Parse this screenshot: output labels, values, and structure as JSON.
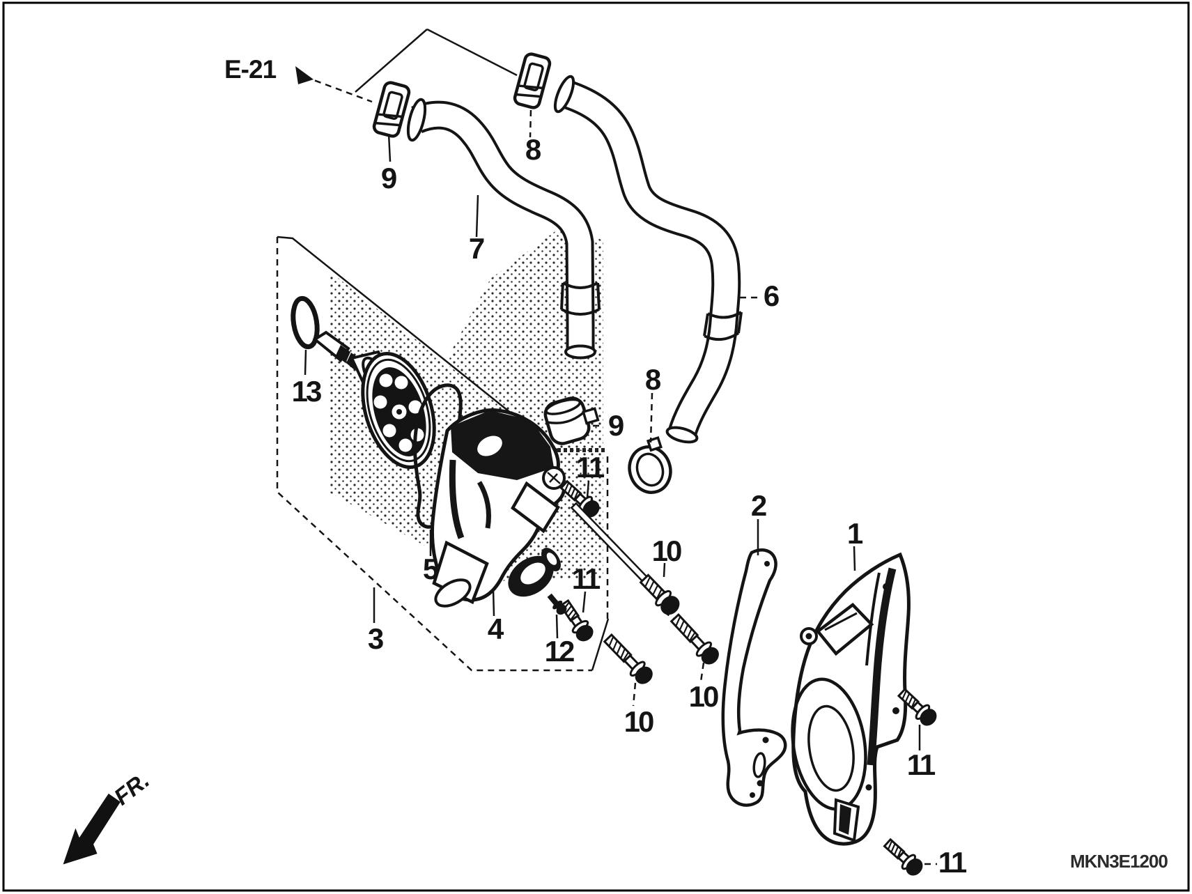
{
  "diagram": {
    "code": "MKN3E1200",
    "reference": "E-21",
    "direction": "FR.",
    "callouts": [
      {
        "part": "9"
      },
      {
        "part": "8"
      },
      {
        "part": "7"
      },
      {
        "part": "6"
      },
      {
        "part": "13"
      },
      {
        "part": "9"
      },
      {
        "part": "8"
      },
      {
        "part": "5"
      },
      {
        "part": "11"
      },
      {
        "part": "10"
      },
      {
        "part": "11"
      },
      {
        "part": "3"
      },
      {
        "part": "4"
      },
      {
        "part": "12"
      },
      {
        "part": "10"
      },
      {
        "part": "10"
      },
      {
        "part": "2"
      },
      {
        "part": "1"
      },
      {
        "part": "11"
      },
      {
        "part": "11"
      }
    ]
  }
}
